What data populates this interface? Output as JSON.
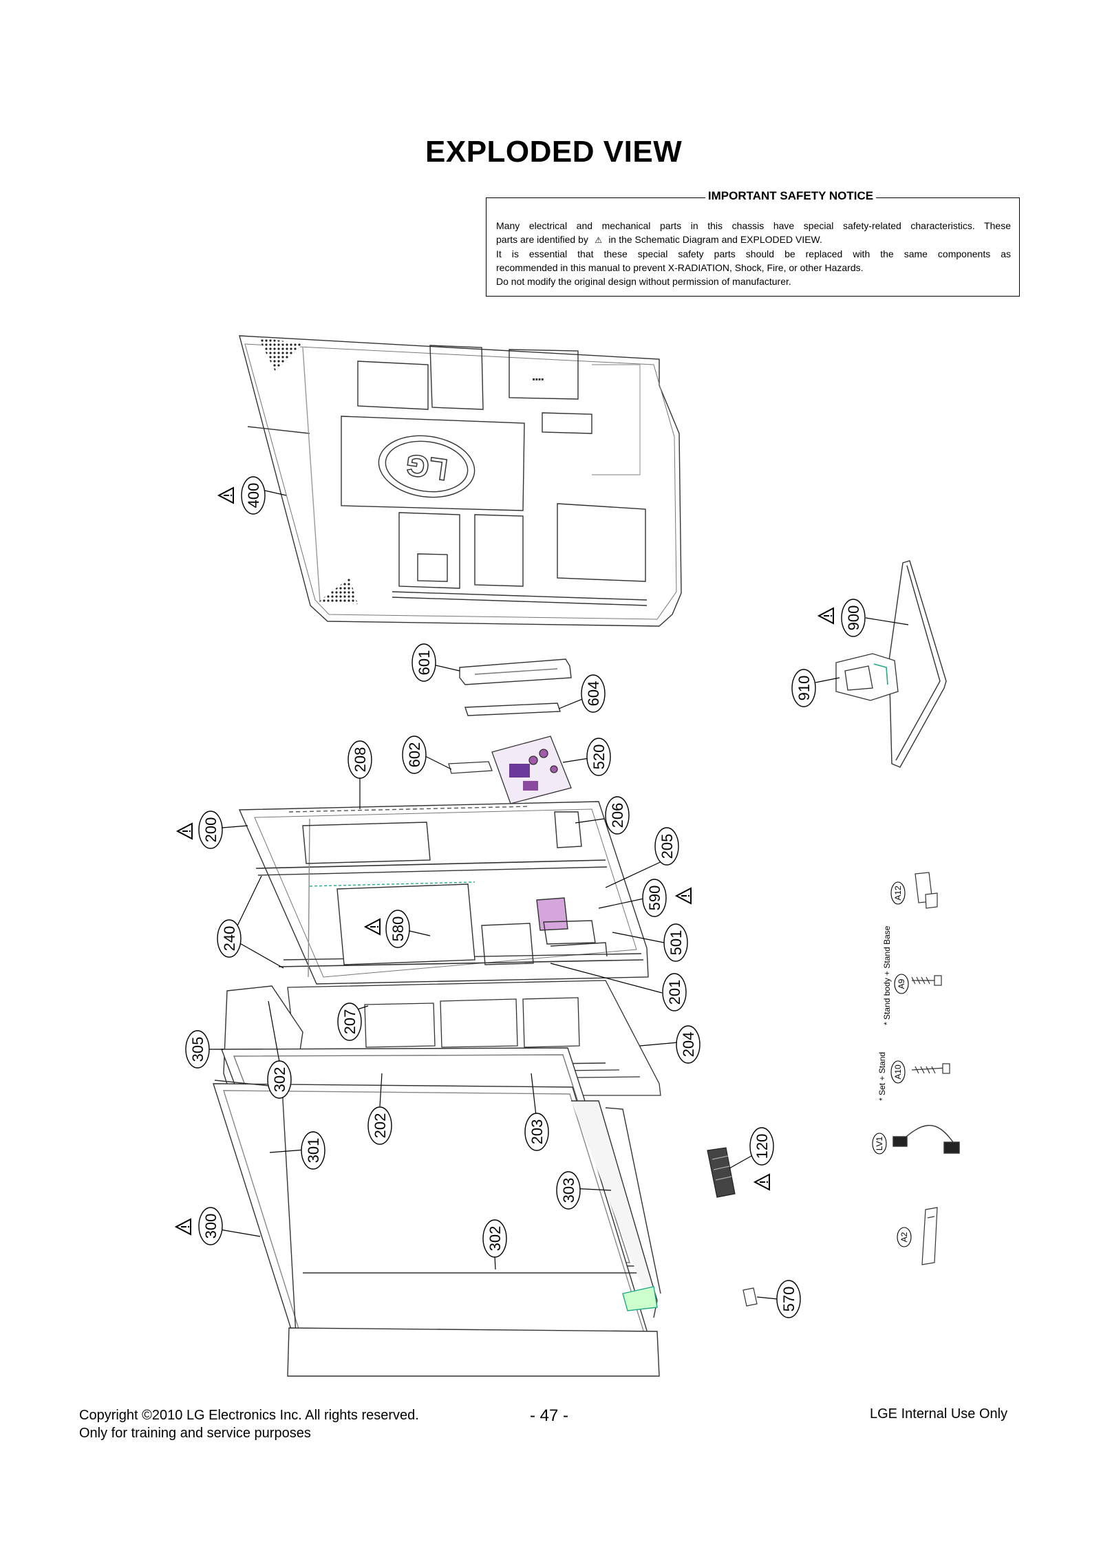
{
  "title": "EXPLODED VIEW",
  "notice": {
    "heading": "IMPORTANT SAFETY NOTICE",
    "line1": "Many electrical and mechanical parts in this chassis have special safety-related characteristics. These",
    "line2a": "parts are identified by",
    "line2b": "in the Schematic Diagram and EXPLODED VIEW.",
    "line3": "It is essential that these special safety parts should be replaced with the same components as",
    "line4": "recommended in this manual to prevent X-RADIATION, Shock, Fire, or other Hazards.",
    "line5": "Do not modify the original design without permission of manufacturer."
  },
  "logo_text": "LG",
  "part_labels": {
    "p400": "400",
    "p900": "900",
    "p910": "910",
    "p601": "601",
    "p604": "604",
    "p602": "602",
    "p520": "520",
    "p208": "208",
    "p206": "206",
    "p200": "200",
    "p205": "205",
    "p590": "590",
    "p580": "580",
    "p501": "501",
    "p240": "240",
    "p201": "201",
    "p207": "207",
    "p204": "204",
    "p305": "305",
    "p302a": "302",
    "p202": "202",
    "p203": "203",
    "p301": "301",
    "p120": "120",
    "p303": "303",
    "p300": "300",
    "p302b": "302",
    "p570": "570"
  },
  "accessories": {
    "a12": "A12",
    "a9": "A9",
    "a10": "A10",
    "lv1": "LV1",
    "a2": "A2",
    "note_stand_body": "* Stand body + Stand Base",
    "note_set_stand": "* Set + Stand"
  },
  "footer": {
    "copyright": "Copyright ©2010 LG Electronics Inc. All rights reserved.",
    "training": "Only for training and service purposes",
    "page": "- 47 -",
    "internal": "LGE Internal Use Only"
  }
}
